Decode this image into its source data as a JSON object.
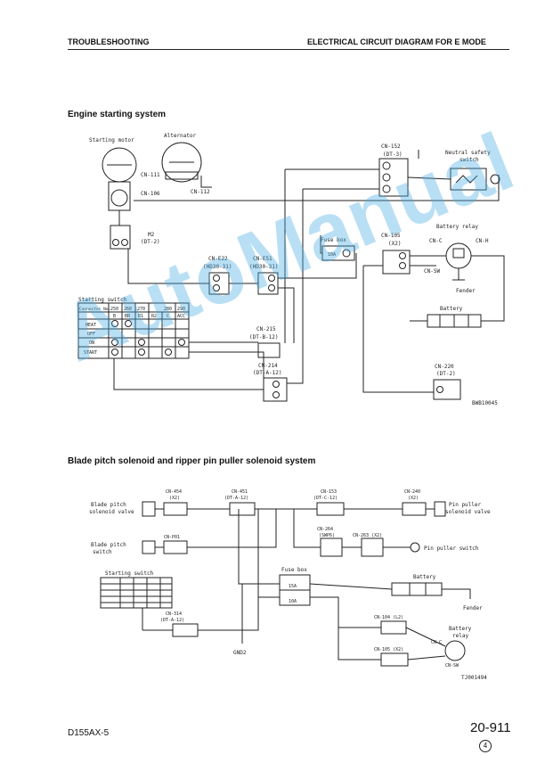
{
  "header": {
    "left": "TROUBLESHOOTING",
    "right": "ELECTRICAL CIRCUIT DIAGRAM FOR E MODE"
  },
  "sections": {
    "engine_title": "Engine starting system",
    "blade_title": "Blade pitch solenoid and ripper pin puller solenoid system"
  },
  "engine": {
    "starting_motor": "Starting motor",
    "alternator": "Alternator",
    "cn111": "CN-111",
    "cn106": "CN-106",
    "cn112": "CN-112",
    "m2": "M2",
    "m2_sub": "(DT-2)",
    "cn152": "CN-152",
    "cn152_sub": "(DT-3)",
    "neutral_switch": "Neutral safety",
    "neutral_switch2": "switch",
    "battery_relay": "Battery relay",
    "cn_c": "CN-C",
    "cn_h": "CN-H",
    "cn_sw": "CN-SW",
    "fender": "Fender",
    "fuse_box": "Fuse box",
    "fuse_10a": "10A",
    "cn105": "CN-105",
    "cn105_sub": "(X2)",
    "cne22": "CN-E22",
    "cne22_sub": "(HD30-31)",
    "cne51": "CN-E51",
    "cne51_sub": "(HD30-31)",
    "starting_switch": "Starting switch",
    "sw_cols": [
      "Connector No.",
      "250",
      "260",
      "270",
      "",
      "",
      "280",
      "290"
    ],
    "sw_terms": [
      "",
      "B",
      "BR",
      "R1",
      "R2",
      "C",
      "ACC"
    ],
    "sw_rows": [
      "HEAT",
      "OFF",
      "ON",
      "START"
    ],
    "battery": "Battery",
    "cn215": "CN-215",
    "cn215_sub": "(DT-B-12)",
    "cn214": "CN-214",
    "cn214_sub": "(DT-A-12)",
    "cn220": "CN-220",
    "cn220_sub": "(DT-2)",
    "figno": "BWB10045"
  },
  "blade": {
    "blade_pitch_valve": "Blade pitch",
    "blade_pitch_valve2": "solenoid valve",
    "cn454": "CN-454",
    "cn454_sub": "(X2)",
    "cn451": "CN-451",
    "cn451_sub": "(DT-A-12)",
    "cn153": "CN-153",
    "cn153_sub": "(DT-C-12)",
    "cn240": "CN-240",
    "cn240_sub": "(X2)",
    "pin_puller_valve": "Pin puller",
    "pin_puller_valve2": "solenoid valve",
    "blade_pitch_switch": "Blade pitch",
    "blade_pitch_switch2": "switch",
    "cnp01": "CN-P01",
    "cn264": "CN-264",
    "cn264_sub": "(SWP6)",
    "cn263": "CN-263 (X2)",
    "pin_puller_switch": "Pin puller switch",
    "starting_switch": "Starting switch",
    "fuse_box": "Fuse box",
    "fuse_15a": "15A",
    "fuse_10a": "10A",
    "battery": "Battery",
    "fender": "Fender",
    "cn314": "CN-314",
    "cn314_sub": "(DT-A-12)",
    "cn104": "CN-104 (L2)",
    "cn105": "CN-105 (X2)",
    "battery_relay": "Battery",
    "battery_relay2": "relay",
    "cn_c": "CN-C",
    "cn_sw": "CN-SW",
    "gnd": "GND2",
    "figno": "TJ001494"
  },
  "footer": {
    "model": "D155AX-5",
    "page": "20-911",
    "revision": "4"
  },
  "watermark": "AutoManual"
}
